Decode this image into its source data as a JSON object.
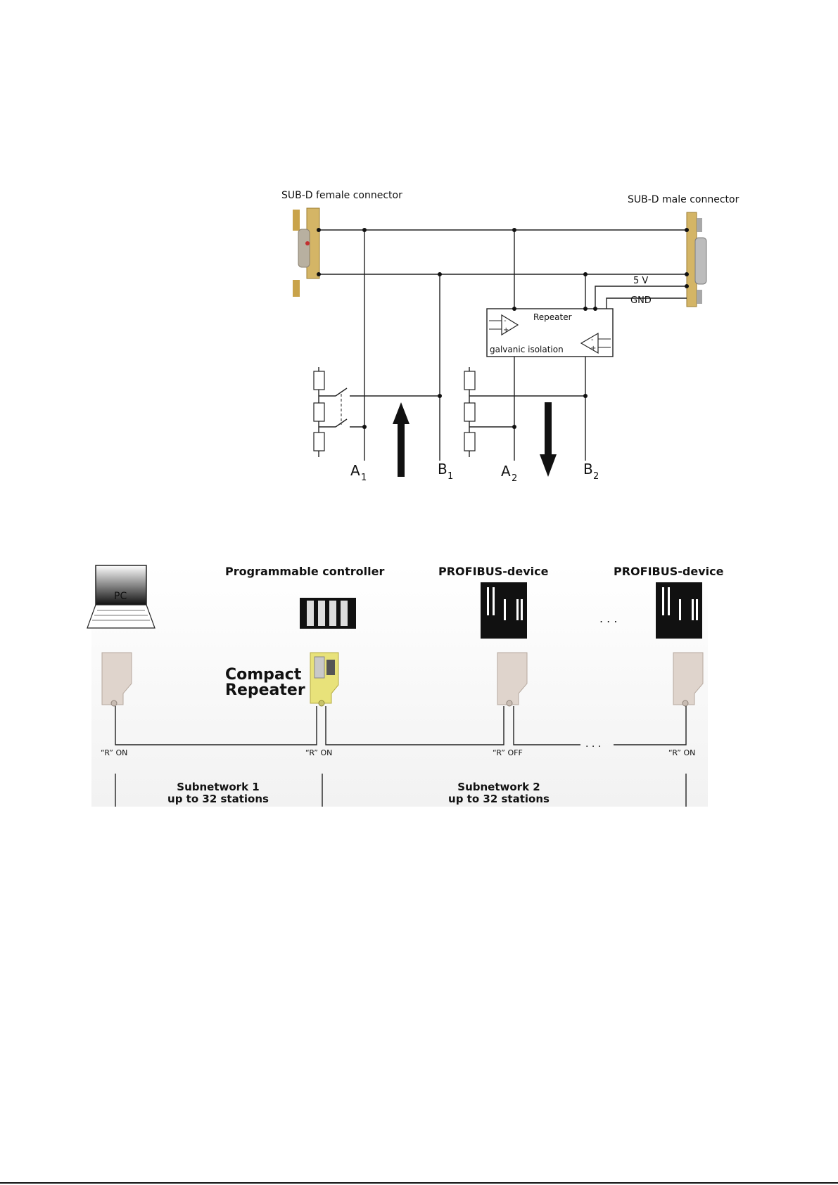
{
  "schematic": {
    "female_connector_label": "SUB-D female connector",
    "male_connector_label": "SUB-D male connector",
    "supply_label": "5 V",
    "ground_label": "GND",
    "repeater_label": "Repeater",
    "isolation_label": "galvanic isolation",
    "terminals": [
      {
        "main": "A",
        "sub": "1"
      },
      {
        "main": "B",
        "sub": "1"
      },
      {
        "main": "A",
        "sub": "2"
      },
      {
        "main": "B",
        "sub": "2"
      }
    ]
  },
  "network": {
    "pc_label": "PC",
    "controller_label": "Programmable controller",
    "device_labels": [
      "PROFIBUS-device",
      "PROFIBUS-device"
    ],
    "repeater_title_line1": "Compact",
    "repeater_title_line2": "Repeater",
    "ellipsis": ". . .",
    "switch_states": [
      "“R” ON",
      "“R” ON",
      "“R” OFF",
      "“R” ON"
    ],
    "subnetworks": [
      {
        "line1": "Subnetwork 1",
        "line2": "up to 32 stations"
      },
      {
        "line1": "Subnetwork 2",
        "line2": "up to 32 stations"
      }
    ]
  }
}
